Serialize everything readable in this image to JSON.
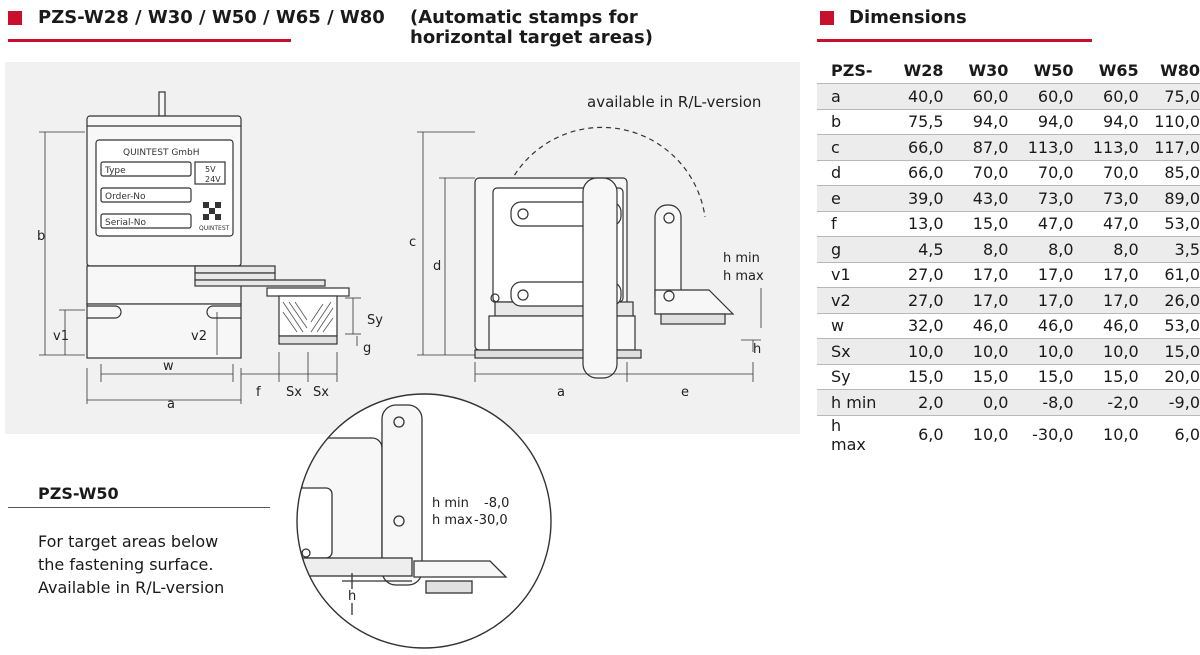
{
  "left_header": {
    "title": "PZS-W28 / W30 / W50 / W65 / W80",
    "subtitle_line1": "(Automatic stamps for",
    "subtitle_line2": "horizontal target areas)"
  },
  "right_header": {
    "title": "Dimensions"
  },
  "drawing": {
    "availability_note": "available in R/L-version",
    "company": "QUINTEST GmbH",
    "fields": [
      "Type",
      "Order-No",
      "Serial-No"
    ],
    "voltage_options": [
      "5V",
      "24V"
    ],
    "logo_text": "QUINTEST",
    "dim_labels": {
      "a": "a",
      "b": "b",
      "c": "c",
      "d": "d",
      "e": "e",
      "f": "f",
      "g": "g",
      "v1": "v1",
      "v2": "v2",
      "w": "w",
      "Sx": "Sx",
      "Sy": "Sy",
      "h": "h",
      "h_min": "h min",
      "h_max": "h max"
    }
  },
  "detail": {
    "h_min_label": "h min",
    "h_min_value": "-8,0",
    "h_max_label": "h max",
    "h_max_value": "-30,0",
    "h_label": "h"
  },
  "w50_info": {
    "title": "PZS-W50",
    "line1": "For target areas below",
    "line2": "the fastening surface.",
    "line3": "Available in R/L-version"
  },
  "table": {
    "headers": [
      "PZS-",
      "W28",
      "W30",
      "W50",
      "W65",
      "W80"
    ],
    "rows": [
      [
        "a",
        "40,0",
        "60,0",
        "60,0",
        "60,0",
        "75,0"
      ],
      [
        "b",
        "75,5",
        "94,0",
        "94,0",
        "94,0",
        "110,0"
      ],
      [
        "c",
        "66,0",
        "87,0",
        "113,0",
        "113,0",
        "117,0"
      ],
      [
        "d",
        "66,0",
        "70,0",
        "70,0",
        "70,0",
        "85,0"
      ],
      [
        "e",
        "39,0",
        "43,0",
        "73,0",
        "73,0",
        "89,0"
      ],
      [
        "f",
        "13,0",
        "15,0",
        "47,0",
        "47,0",
        "53,0"
      ],
      [
        "g",
        "4,5",
        "8,0",
        "8,0",
        "8,0",
        "3,5"
      ],
      [
        "v1",
        "27,0",
        "17,0",
        "17,0",
        "17,0",
        "61,0"
      ],
      [
        "v2",
        "27,0",
        "17,0",
        "17,0",
        "17,0",
        "26,0"
      ],
      [
        "w",
        "32,0",
        "46,0",
        "46,0",
        "46,0",
        "53,0"
      ],
      [
        "Sx",
        "10,0",
        "10,0",
        "10,0",
        "10,0",
        "15,0"
      ],
      [
        "Sy",
        "15,0",
        "15,0",
        "15,0",
        "15,0",
        "20,0"
      ],
      [
        "h min",
        "2,0",
        "0,0",
        "-8,0",
        "-2,0",
        "-9,0"
      ],
      [
        "h max",
        "6,0",
        "10,0",
        "-30,0",
        "10,0",
        "6,0"
      ]
    ]
  },
  "colors": {
    "accent": "#c8102e",
    "panel": "#f1f1f1"
  }
}
